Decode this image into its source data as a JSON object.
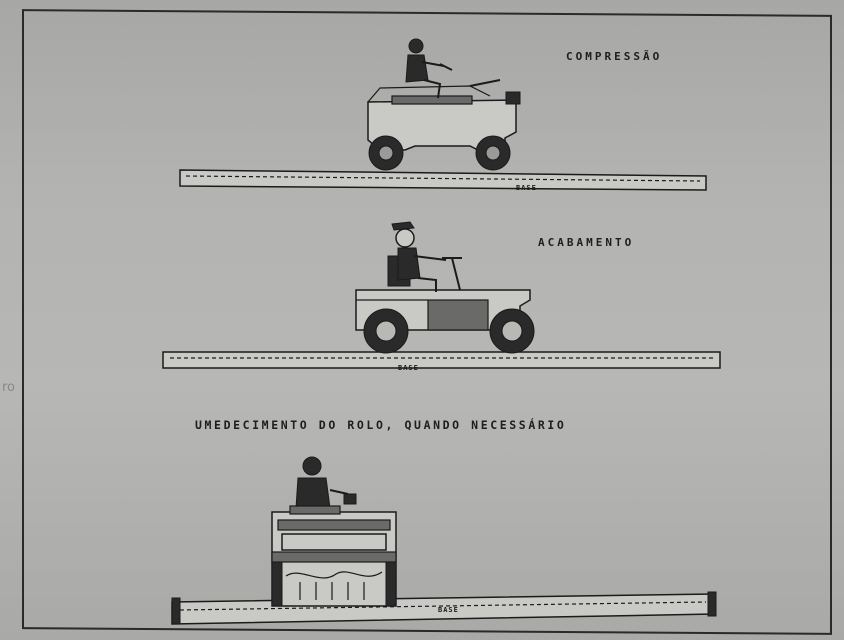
{
  "labels": {
    "compression": "COMPRESSÃO",
    "finishing": "ACABAMENTO",
    "wetting": "UMEDECIMENTO DO ROLO, QUANDO NECESSÁRIO"
  },
  "base_label": "BASE",
  "edge_mark": "ro"
}
